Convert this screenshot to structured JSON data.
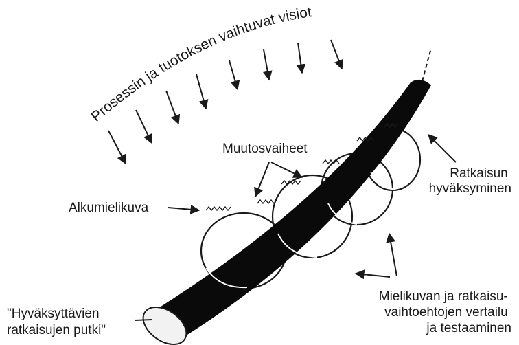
{
  "diagram": {
    "arc_caption": "Prosessin ja tuotoksen vaihtuvat visiot",
    "labels": {
      "initial_image": "Alkumielikuva",
      "change_phases": "Muutosvaiheet",
      "solution_acceptance": [
        "Ratkaisun",
        "hyväksyminen"
      ],
      "comparison": [
        "Mielikuvan ja ratkaisu-",
        "vaihtoehtojen vertailu",
        "ja testaaminen"
      ],
      "tube": [
        "\"Hyväksyttävien",
        "ratkaisujen putki\""
      ]
    },
    "colors": {
      "ink": "#1a1a1a",
      "tube": "#0a0a0a",
      "tube_end": "#f2f2f2",
      "background": "#ffffff"
    }
  }
}
